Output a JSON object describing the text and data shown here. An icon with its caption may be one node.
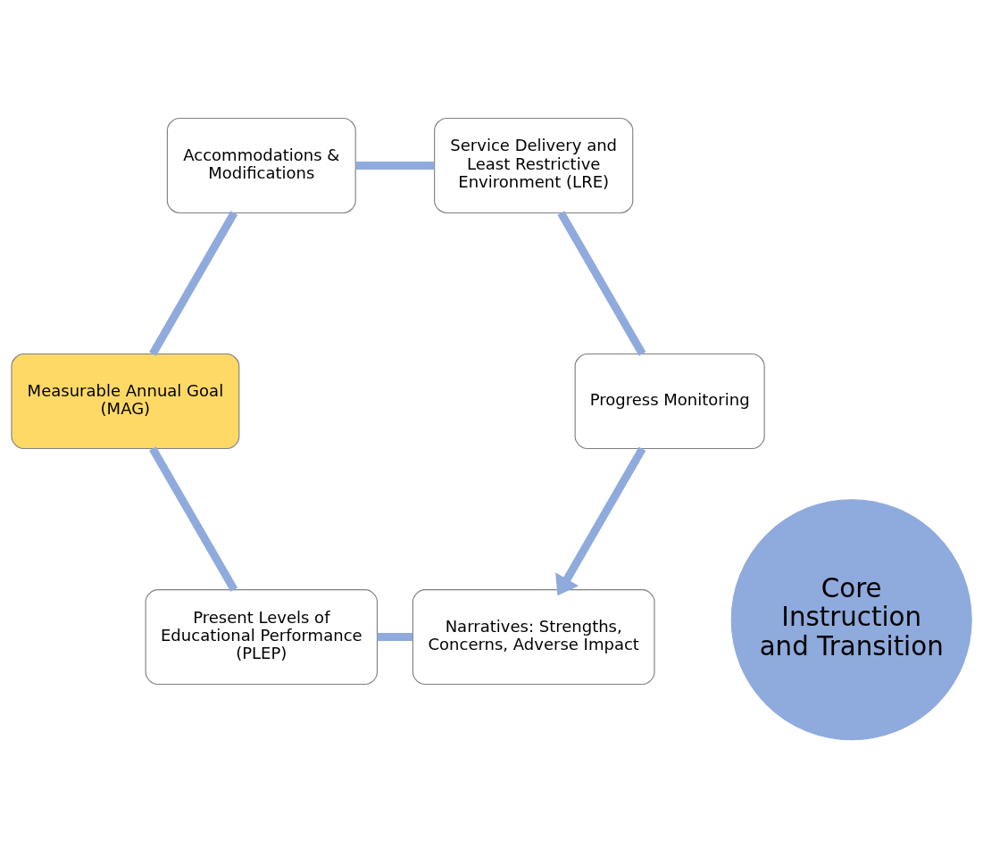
{
  "diagram": {
    "nodes": [
      {
        "text": [
          "Narratives: Strengths, Concerns, Adverse Impact"
        ]
      },
      {
        "text": [
          "Progress Monitoring"
        ]
      },
      {
        "text": [
          "Present Levels of Educational Performance (PLEP)"
        ]
      },
      {
        "text": [
          "Core Instruction and Transition"
        ]
      },
      {
        "text": [
          "Service Delivery and Least Restrictive Environment (LRE)"
        ]
      },
      {
        "text": [
          "Measurable Annual Goal (MAG)"
        ]
      },
      {
        "text": [
          "Accommodations & Modifications"
        ]
      }
    ],
    "edges": [
      {
        "from": 0,
        "to": 2,
        "arrow": "none"
      },
      {
        "from": 2,
        "to": 5,
        "arrow": "none"
      },
      {
        "from": 5,
        "to": 6,
        "arrow": "none"
      },
      {
        "from": 6,
        "to": 4,
        "arrow": "none"
      },
      {
        "from": 4,
        "to": 1,
        "arrow": "none"
      },
      {
        "from": 1,
        "to": 0,
        "arrow": "to"
      }
    ]
  }
}
